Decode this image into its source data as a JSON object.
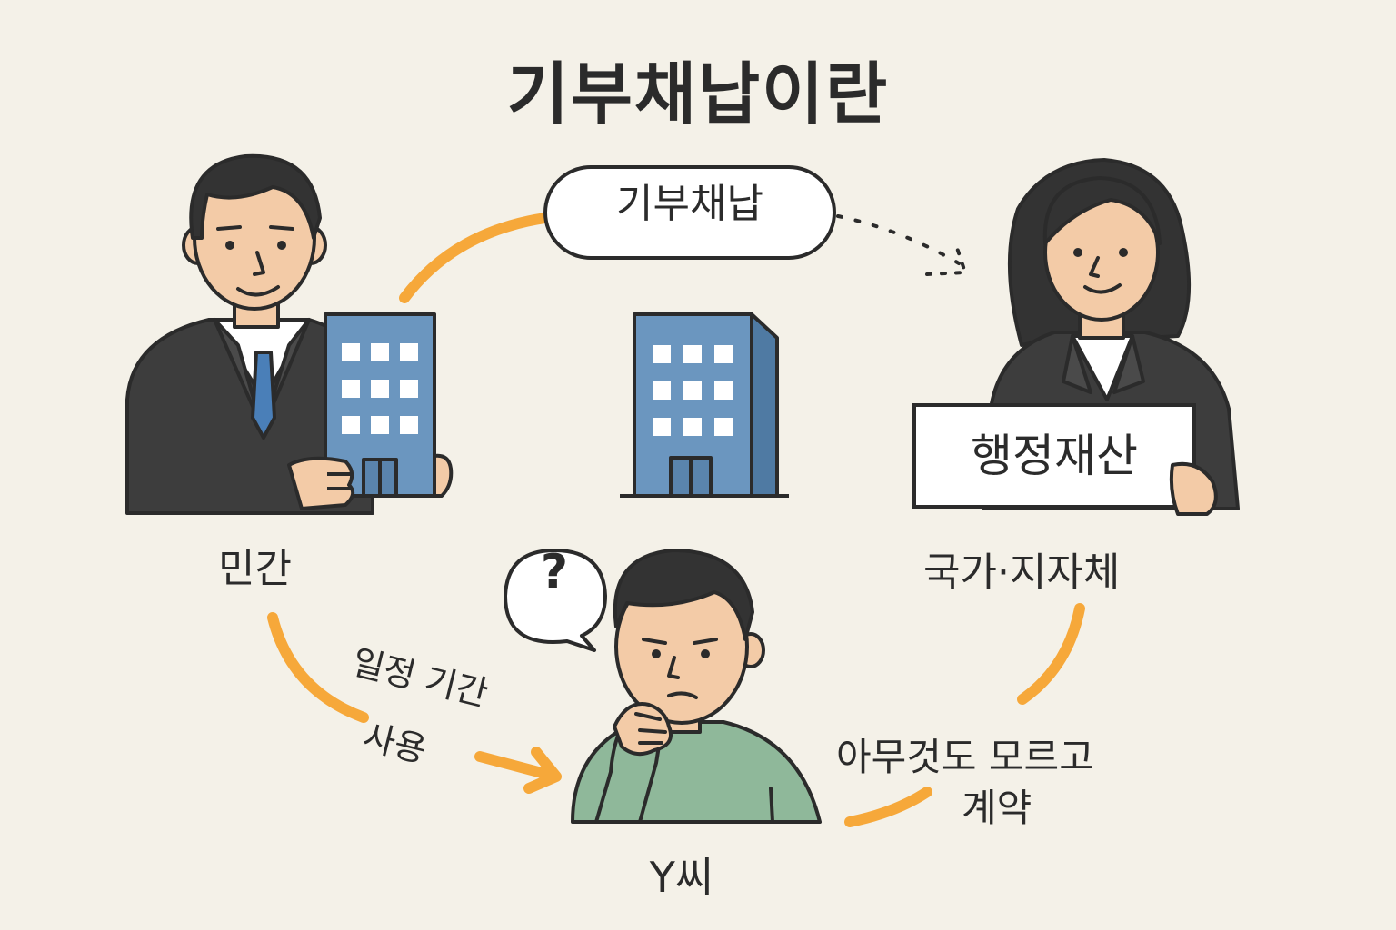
{
  "title": "기부채납이란",
  "flow": {
    "donation_label": "기부채납",
    "use_label_line1": "일정 기간",
    "use_label_line2": "사용",
    "contract_label_line1": "아무것도 모르고",
    "contract_label_line2": "계약"
  },
  "actors": {
    "private": {
      "label": "민간"
    },
    "state": {
      "label": "국가·지자체",
      "sign_text": "행정재산"
    },
    "y": {
      "label": "Y씨",
      "bubble_text": "?"
    }
  },
  "colors": {
    "background": "#f4f1e8",
    "arrow": "#f6a83a",
    "building": "#6b96bf",
    "suit": "#3d3d3d",
    "skin": "#f3cba7",
    "sweater": "#8fb89a",
    "tie": "#4a7fb8",
    "outline": "#2b2b2b"
  }
}
